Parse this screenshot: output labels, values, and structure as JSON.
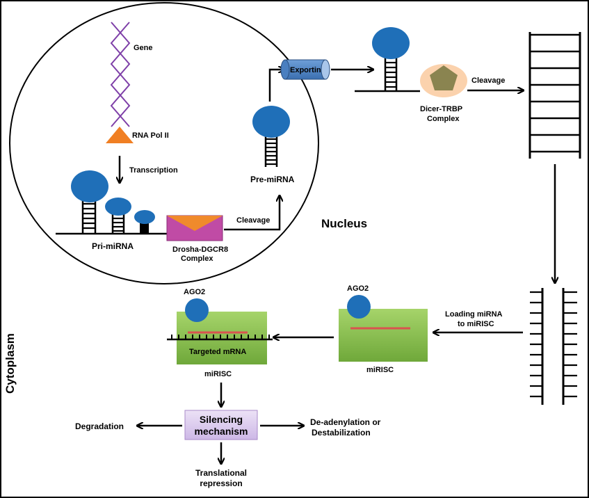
{
  "labels": {
    "gene": "Gene",
    "rna_pol": "RNA Pol II",
    "transcription": "Transcription",
    "pri_mirna": "Pri-miRNA",
    "drosha_line1": "Drosha-DGCR8",
    "drosha_line2": "Complex",
    "cleavage_nucleus": "Cleavage",
    "pre_mirna": "Pre-miRNA",
    "exportin": "Exportin",
    "nucleus": "Nucleus",
    "dicer_line1": "Dicer-TRBP",
    "dicer_line2": "Complex",
    "cleavage_cytoplasm": "Cleavage",
    "loading_line1": "Loading miRNA",
    "loading_line2": "to miRISC",
    "ago2_right": "AGO2",
    "mirisc_right": "miRISC",
    "ago2_left": "AGO2",
    "targeted_mrna": "Targeted mRNA",
    "mirisc_left": "miRISC",
    "silencing_line1": "Silencing",
    "silencing_line2": "mechanism",
    "degradation": "Degradation",
    "deadenylation_line1": "De-adenylation or",
    "deadenylation_line2": "Destabilization",
    "translational_line1": "Translational",
    "translational_line2": "repression",
    "cytoplasm": "Cytoplasm"
  },
  "colors": {
    "hairpin_head": "#1f6fb8",
    "rna_pol": "#f07f23",
    "drosha_box": "#c04ba5",
    "drosha_flap": "#f08a2c",
    "exportin": "#4a7fc0",
    "dicer_body": "#fbd2ad",
    "dicer_pentagon": "#8a8450",
    "mirisc_green": "#8bc34a",
    "guide_strand": "#d9534f",
    "silencing_box": "#ddd0ef",
    "gene_helix": "#7e3fa8"
  }
}
